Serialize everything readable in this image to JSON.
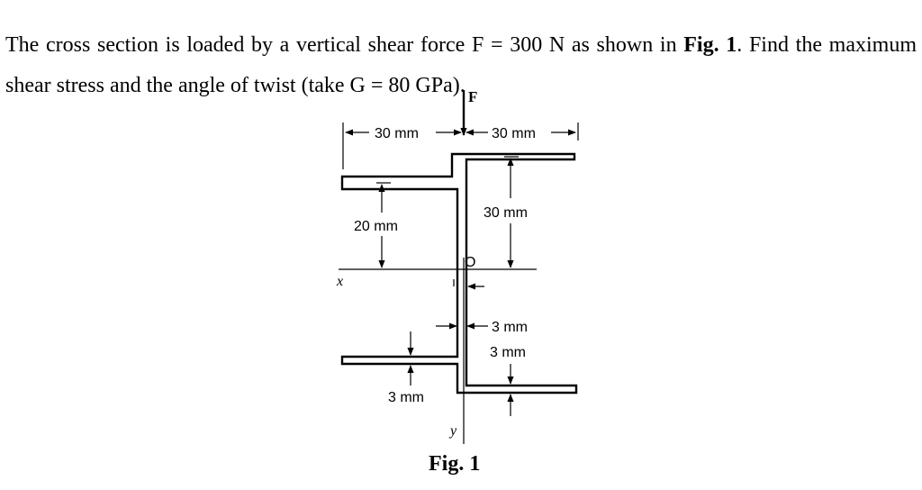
{
  "problem": {
    "part1": "The cross section is loaded by a vertical shear force F = 300 N as shown in ",
    "ref1": "Fig. 1",
    "part2": ". Find the maximum shear stress and the angle of twist (take G = 80 GPa)."
  },
  "figure": {
    "force_label": "F",
    "dim_top_left": "30 mm",
    "dim_top_right": "30 mm",
    "dim_left_height": "20 mm",
    "dim_right_height": "30 mm",
    "origin_label": "O",
    "x_axis_label": "x",
    "y_axis_label": "y",
    "dim_web_thickness": "3 mm",
    "dim_right_flange_thickness": "3 mm",
    "dim_left_flange_thickness": "3 mm",
    "caption": "Fig. 1"
  }
}
